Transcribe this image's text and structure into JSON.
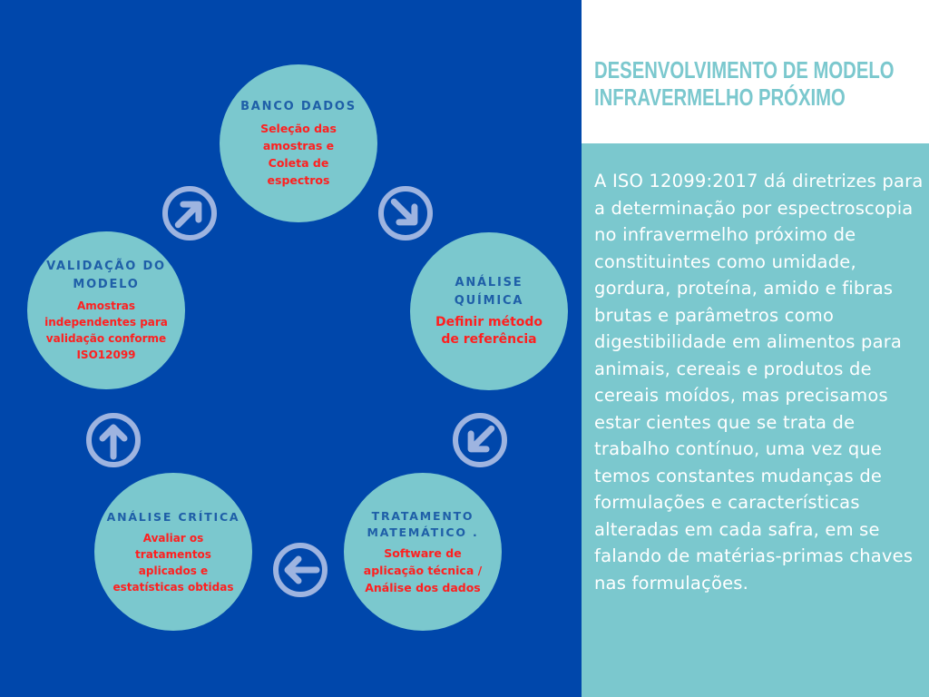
{
  "header": {
    "title_line1": "DESENVOLVIMENTO DE MODELO",
    "title_line2": "INFRAVERMELHO PRÓXIMO"
  },
  "description": "A ISO 12099:2017 dá diretrizes para a determinação por espectroscopia no infravermelho próximo de constituintes como umidade, gordura, proteína, amido e fibras brutas e parâmetros como digestibilidade em alimentos para animais, cereais e produtos de cereais moídos, mas precisamos estar cientes que se trata de trabalho contínuo, uma vez que temos constantes mudanças de formulações e características alteradas em cada safra, em se falando de matérias-primas chaves nas formulações.",
  "steps": [
    {
      "title": "BANCO DADOS",
      "desc": "Seleção das amostras e Coleta de espectros"
    },
    {
      "title": "ANÁLISE QUÍMICA",
      "desc": "Definir método de referência"
    },
    {
      "title": "TRATAMENTO MATEMÁTICO .",
      "desc": "Software de aplicação técnica / Análise dos dados"
    },
    {
      "title": "ANÁLISE CRÍTICA",
      "desc": "Avaliar os tratamentos aplicados e estatísticas obtidas"
    },
    {
      "title": "VALIDAÇÃO DO MODELO",
      "desc": "Amostras independentes para validação conforme ISO12099"
    }
  ],
  "colors": {
    "background": "#0047ab",
    "teal": "#7bc8ce",
    "arrow": "#9eb4e0",
    "red": "#ff1f1f",
    "label": "#1f5fa8"
  }
}
